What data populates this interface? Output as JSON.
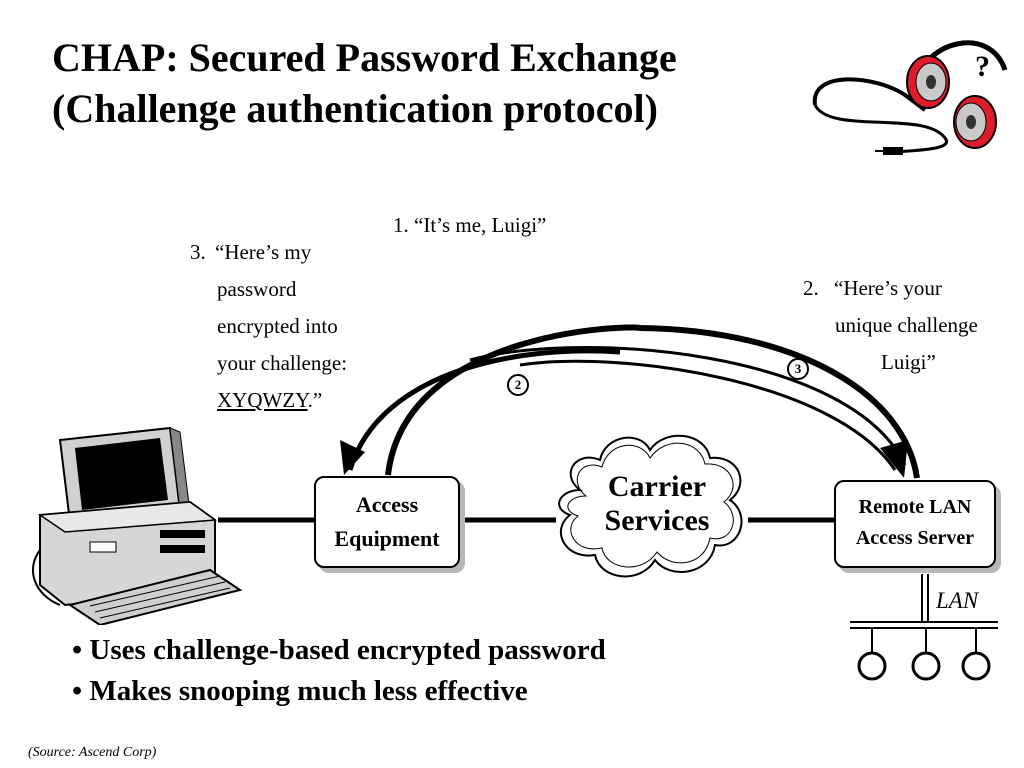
{
  "title": {
    "line1": "CHAP:  Secured Password Exchange",
    "line2": "(Challenge authentication protocol)"
  },
  "steps": {
    "step1": "1.  “It’s me, Luigi”",
    "step2": {
      "number": "2.",
      "lines": [
        "“Here’s your",
        "unique challenge",
        "Luigi”"
      ]
    },
    "step3": {
      "number": "3.",
      "lines": [
        "“Here’s my",
        "password",
        "encrypted into",
        "your challenge:"
      ],
      "code": "XYQWZY",
      "code_suffix": ".”"
    }
  },
  "nodes": {
    "access_equipment": [
      "Access",
      "Equipment"
    ],
    "carrier_services": [
      "Carrier",
      "Services"
    ],
    "remote_server": [
      "Remote LAN",
      "Access Server"
    ],
    "lan": "LAN"
  },
  "markers": {
    "headphones": "?",
    "circle_left": "2",
    "circle_right": "3"
  },
  "bullets": [
    "Uses challenge-based encrypted password",
    "Makes snooping much less effective"
  ],
  "source": "(Source:  Ascend Corp)",
  "colors": {
    "accent_red": "#e21b2a",
    "shadow": "#b8b8b8"
  }
}
